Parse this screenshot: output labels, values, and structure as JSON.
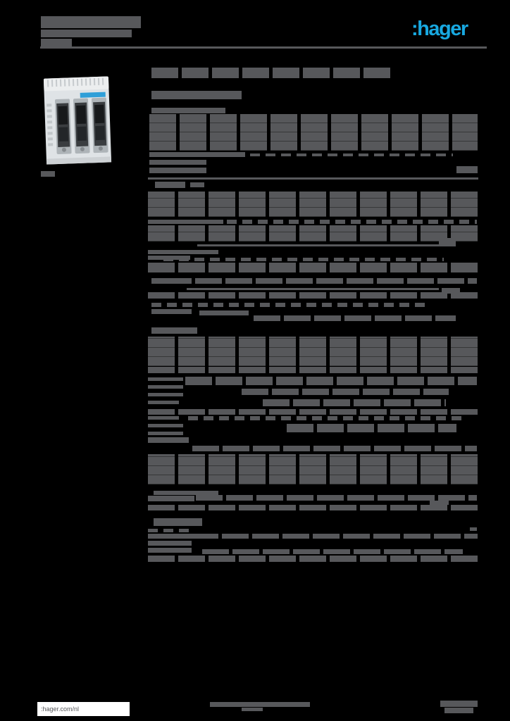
{
  "brand": {
    "logo_text": ":hager"
  },
  "footer": {
    "site_url": ":hager.com/nl"
  },
  "colors": {
    "background": "#000000",
    "text_bar": "#57585b",
    "logo_cyan": "#18a8e0",
    "product_blue": "#2f9fd8",
    "footer_box": "#ffffff"
  },
  "product_image": {
    "alt": "grey 3-pole fuse switch disconnector, blue label strip, dark fuse covers"
  },
  "redacted_text": {
    "note": "all body text in the source render is below legibility; reproduced as grey bars",
    "style_legend": {
      "b": "solid",
      "w": "word-gapped",
      "d": "dotted"
    },
    "bars": [
      [
        58,
        23,
        142,
        17,
        "b"
      ],
      [
        58,
        42,
        129,
        11,
        "b"
      ],
      [
        58,
        55,
        44,
        11,
        "b"
      ],
      [
        57,
        66,
        634,
        3,
        "b"
      ],
      [
        58,
        243,
        20,
        8,
        "b"
      ],
      [
        215,
        96,
        343,
        15,
        "w"
      ],
      [
        215,
        129,
        128,
        12,
        "b"
      ],
      [
        215,
        153,
        105,
        8,
        "b"
      ],
      [
        212,
        162,
        466,
        52,
        "w"
      ],
      [
        212,
        216,
        136,
        7,
        "b"
      ],
      [
        355,
        218,
        288,
        4,
        "d"
      ],
      [
        212,
        227,
        81,
        7,
        "b"
      ],
      [
        212,
        238,
        81,
        8,
        "b"
      ],
      [
        648,
        236,
        30,
        10,
        "b"
      ],
      [
        210,
        252,
        469,
        3,
        "b"
      ],
      [
        220,
        258,
        43,
        9,
        "b"
      ],
      [
        270,
        259,
        20,
        7,
        "b"
      ],
      [
        210,
        272,
        469,
        36,
        "w"
      ],
      [
        210,
        312,
        107,
        6,
        "b"
      ],
      [
        322,
        312,
        355,
        6,
        "d"
      ],
      [
        210,
        320,
        469,
        23,
        "w"
      ],
      [
        280,
        347,
        367,
        3,
        "b"
      ],
      [
        623,
        338,
        24,
        11,
        "b"
      ],
      [
        210,
        355,
        100,
        6,
        "b"
      ],
      [
        210,
        363,
        60,
        6,
        "b"
      ],
      [
        232,
        366,
        398,
        5,
        "d"
      ],
      [
        210,
        373,
        469,
        14,
        "w"
      ],
      [
        215,
        395,
        57,
        8,
        "b"
      ],
      [
        277,
        395,
        400,
        8,
        "w"
      ],
      [
        265,
        409,
        358,
        3,
        "b"
      ],
      [
        627,
        409,
        26,
        8,
        "b"
      ],
      [
        210,
        415,
        469,
        9,
        "w"
      ],
      [
        215,
        430,
        395,
        6,
        "d"
      ],
      [
        215,
        439,
        57,
        7,
        "b"
      ],
      [
        283,
        441,
        70,
        7,
        "b"
      ],
      [
        360,
        448,
        287,
        8,
        "w"
      ],
      [
        215,
        465,
        65,
        9,
        "b"
      ],
      [
        210,
        478,
        469,
        42,
        "w"
      ],
      [
        210,
        521,
        469,
        9,
        "w"
      ],
      [
        210,
        536,
        50,
        5,
        "b"
      ],
      [
        210,
        547,
        50,
        5,
        "b"
      ],
      [
        210,
        558,
        50,
        5,
        "b"
      ],
      [
        210,
        569,
        44,
        5,
        "b"
      ],
      [
        210,
        591,
        44,
        5,
        "b"
      ],
      [
        210,
        602,
        50,
        5,
        "b"
      ],
      [
        210,
        613,
        50,
        5,
        "b"
      ],
      [
        263,
        535,
        414,
        12,
        "w"
      ],
      [
        343,
        552,
        294,
        9,
        "w"
      ],
      [
        373,
        567,
        260,
        10,
        "w"
      ],
      [
        210,
        581,
        469,
        8,
        "w"
      ],
      [
        267,
        591,
        393,
        6,
        "d"
      ],
      [
        407,
        602,
        241,
        12,
        "w"
      ],
      [
        210,
        621,
        58,
        8,
        "b"
      ],
      [
        273,
        633,
        404,
        8,
        "w"
      ],
      [
        210,
        645,
        469,
        43,
        "w"
      ],
      [
        218,
        697,
        92,
        6,
        "b"
      ],
      [
        210,
        704,
        66,
        8,
        "b"
      ],
      [
        278,
        703,
        399,
        8,
        "w"
      ],
      [
        610,
        711,
        27,
        6,
        "b"
      ],
      [
        210,
        717,
        469,
        8,
        "w"
      ],
      [
        218,
        736,
        69,
        11,
        "b"
      ],
      [
        210,
        751,
        60,
        5,
        "d"
      ],
      [
        667,
        749,
        10,
        5,
        "b"
      ],
      [
        210,
        758,
        62,
        7,
        "b"
      ],
      [
        272,
        758,
        406,
        7,
        "w"
      ],
      [
        210,
        768,
        62,
        7,
        "b"
      ],
      [
        210,
        778,
        62,
        7,
        "b"
      ],
      [
        287,
        780,
        370,
        7,
        "w"
      ],
      [
        210,
        789,
        469,
        9,
        "w"
      ],
      [
        298,
        997,
        142,
        7,
        "b"
      ],
      [
        343,
        1005,
        30,
        5,
        "b"
      ],
      [
        625,
        995,
        53,
        9,
        "b"
      ],
      [
        631,
        1005,
        41,
        8,
        "b"
      ]
    ]
  }
}
